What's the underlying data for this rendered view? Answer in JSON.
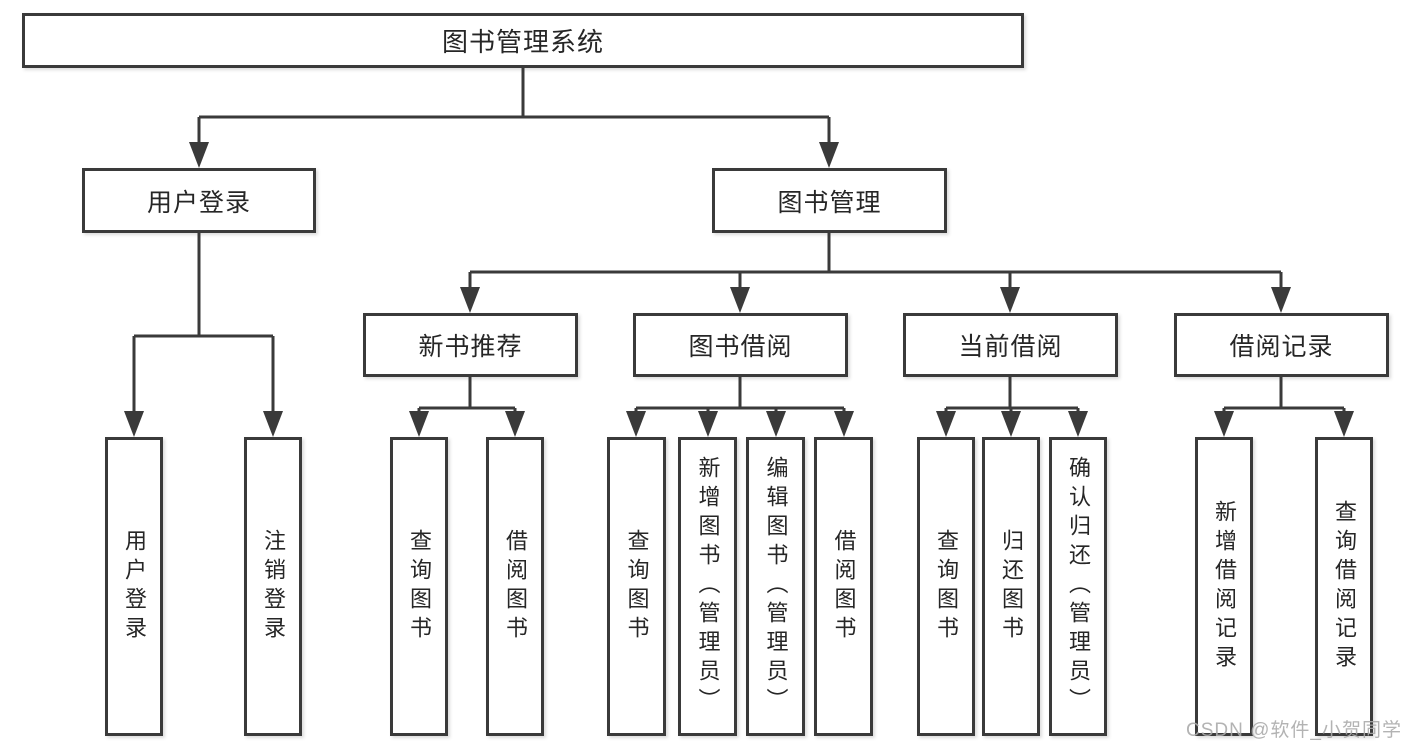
{
  "diagram": {
    "root": {
      "label": "图书管理系统"
    },
    "branches": [
      {
        "label": "用户登录",
        "leaves": [
          {
            "label": "用户登录"
          },
          {
            "label": "注销登录"
          }
        ]
      },
      {
        "label": "图书管理",
        "groups": [
          {
            "label": "新书推荐",
            "leaves": [
              {
                "label": "查询图书"
              },
              {
                "label": "借阅图书"
              }
            ]
          },
          {
            "label": "图书借阅",
            "leaves": [
              {
                "label": "查询图书"
              },
              {
                "label": "新增图书（管理员）"
              },
              {
                "label": "编辑图书（管理员）"
              },
              {
                "label": "借阅图书"
              }
            ]
          },
          {
            "label": "当前借阅",
            "leaves": [
              {
                "label": "查询图书"
              },
              {
                "label": "归还图书"
              },
              {
                "label": "确认归还（管理员）"
              }
            ]
          },
          {
            "label": "借阅记录",
            "leaves": [
              {
                "label": "新增借阅记录"
              },
              {
                "label": "查询借阅记录"
              }
            ]
          }
        ]
      }
    ]
  },
  "watermark": {
    "text": "CSDN @软件_小贺同学"
  },
  "colors": {
    "line": "#3a3a3a",
    "text": "#262626",
    "watermark": "#ababab",
    "background": "#ffffff"
  }
}
